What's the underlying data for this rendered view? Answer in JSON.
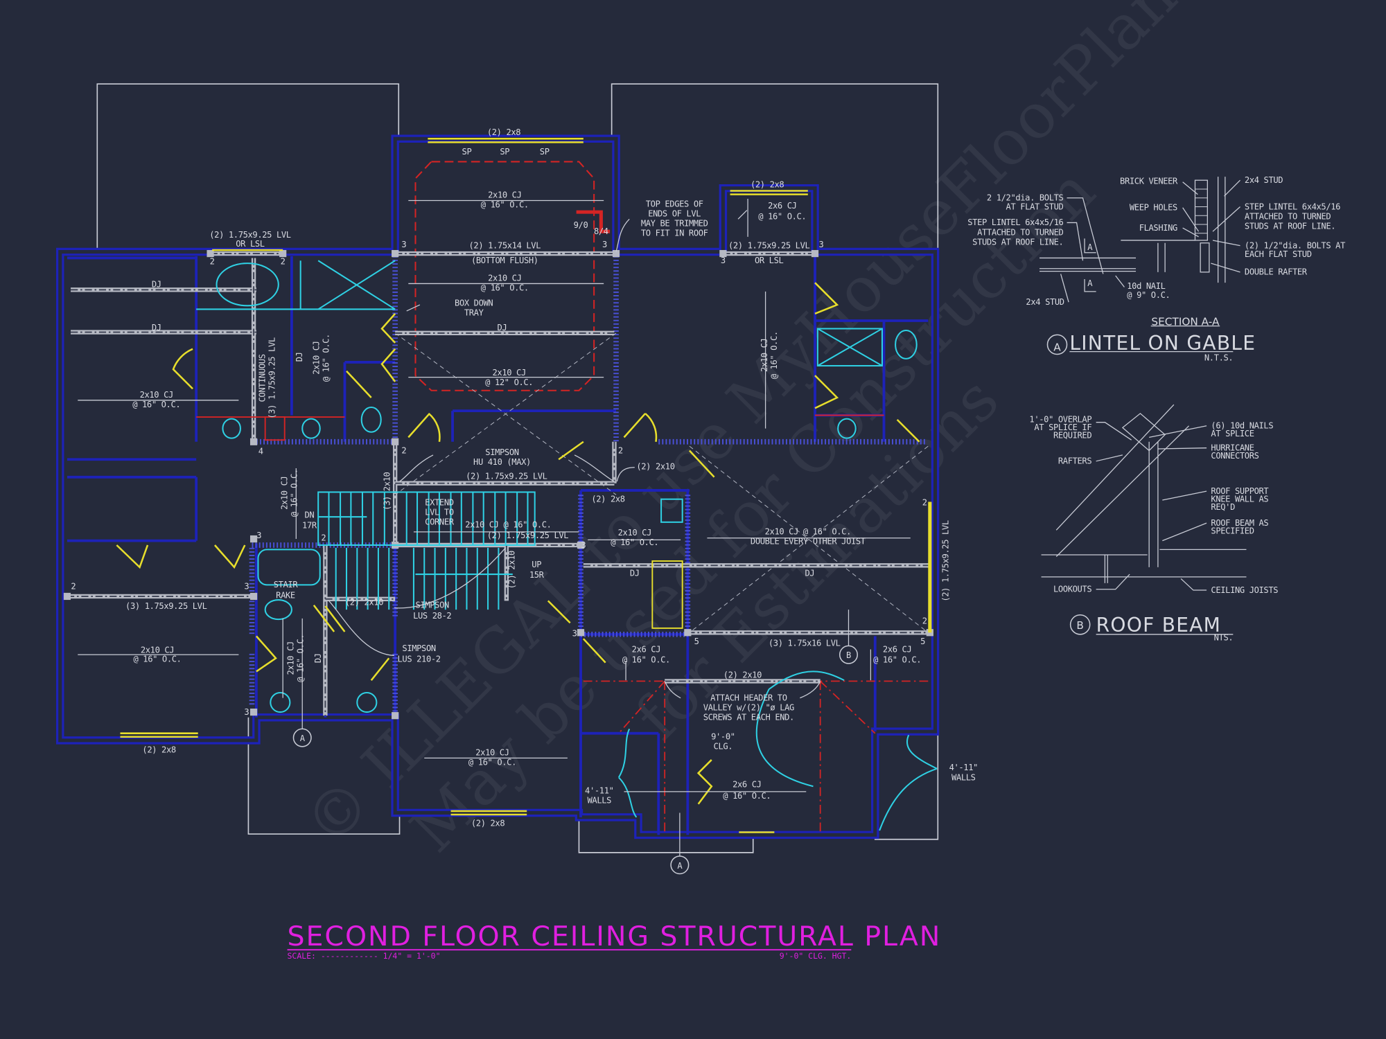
{
  "title": {
    "main": "SECOND FLOOR CEILING STRUCTURAL PLAN",
    "scale": "SCALE: ------------ 1/4\" = 1'-0\"",
    "ceiling_height": "9'-0\" CLG. HGT."
  },
  "watermark": [
    "© ILLEGAL to use - MyHouseFloorPlans.com",
    "May be used for Construction",
    "for Estimations"
  ],
  "colors": {
    "background": "#252a3b",
    "walls": "#1d22b8",
    "beams": "#b7bac4",
    "headers": "#e7de2c",
    "fixtures": "#2fd0e3",
    "tray_and_valley": "#d42424",
    "title": "#e01fe0"
  },
  "plan": {
    "hdr_top": "(2) 2x8",
    "sp1": "SP",
    "sp2": "SP",
    "sp3": "SP",
    "cj_a1": "2x10 CJ",
    "cj_a2": "@ 16\" O.C.",
    "pitch1": "9/0",
    "pitch2": "8/4",
    "note1": "TOP EDGES OF",
    "note2": "ENDS OF LVL",
    "note3": "MAY BE TRIMMED",
    "note4": "TO FIT IN ROOF",
    "hdr_nook": "(2) 2x8",
    "cj_nook1": "2x6 CJ",
    "cj_nook2": "@ 16\" O.C.",
    "lvl_left1": "(2) 1.75x9.25 LVL",
    "lvl_left2": "OR LSL",
    "lvl_mid1": "(2) 1.75x14 LVL",
    "lvl_mid2": "(BOTTOM FLUSH)",
    "lvl_right1": "(2) 1.75x9.25 LVL",
    "lvl_right2": "OR LSL",
    "dj1": "DJ",
    "dj2": "DJ",
    "cj_b1": "2x10 CJ",
    "cj_b2": "@ 16\" O.C.",
    "tray1": "BOX DOWN",
    "tray2": "TRAY",
    "dj3": "DJ",
    "cj_c1": "2x10 CJ",
    "cj_c2": "@ 12\" O.C.",
    "cj_d1": "2x10 CJ",
    "cj_d2": "@ 16\" O.C.",
    "cont1": "CONTINUOUS",
    "cont2": "(3) 1.75x9.25 LVL",
    "dj4": "DJ",
    "cj_e1": "2x10 CJ",
    "cj_e2": "@ 16\" O.C.",
    "cj_f1": "2x10 CJ",
    "cj_f2": "@ 16\" O.C.",
    "simp1a": "SIMPSON",
    "simp1b": "HU 410 (MAX)",
    "lvl_stair": "(2) 1.75x9.25 LVL",
    "hdr_2x10a": "(2) 2x10",
    "hdr_3x10": "(3) 2x10",
    "cj_g1": "2x10 CJ",
    "cj_g2": "@ 16\" O.C.",
    "dn1": "DN",
    "dn2": "17R",
    "ext1": "EXTEND",
    "ext2": "LVL TO",
    "ext3": "CORNER",
    "cj_h": "2x10 CJ @ 16\" O.C.",
    "lvl_stair2": "(2) 1.75x9.25 LVL",
    "hdr_2x8b": "(2) 2x8",
    "cj_i1": "2x10 CJ",
    "cj_i2": "@ 16\" O.C.",
    "cj_j1": "2x10 CJ @ 16\" O.C.",
    "cj_j2": "DOUBLE EVERY OTHER JOIST",
    "up1": "UP",
    "up2": "15R",
    "hdr_2x10v": "(2) 2x10",
    "dj5": "DJ",
    "dj6": "DJ",
    "lvl_vert": "(2) 1.75x9.25 LVL",
    "rake1": "STAIR",
    "rake2": "RAKE",
    "lvl_3x": "(3) 1.75x9.25 LVL",
    "hdr_2x10b": "(2) 2x10",
    "simp2a": "SIMPSON",
    "simp2b": "LUS 28-2",
    "simp3a": "SIMPSON",
    "simp3b": "LUS 210-2",
    "cj_k1": "2x10 CJ",
    "cj_k2": "@ 16\" O.C.",
    "cj_l1": "2x10 CJ",
    "cj_l2": "@ 16\" O.C.",
    "dj7": "DJ",
    "cj_m1": "2x6 CJ",
    "cj_m2": "@ 16\" O.C.",
    "lvl_16": "(3) 1.75x16 LVL",
    "mark_b": "B",
    "cj_n1": "2x6 CJ",
    "cj_n2": "@ 16\" O.C.",
    "hdr_valley": "(2) 2x10",
    "att1": "ATTACH HEADER TO",
    "att2": "VALLEY w/(2) \"ø LAG",
    "att3": "SCREWS AT EACH END.",
    "clg1": "9'-0\"",
    "clg2": "CLG.",
    "mark_a1": "A",
    "hdr_left": "(2) 2x8",
    "cj_o1": "2x10 CJ",
    "cj_o2": "@ 16\" O.C.",
    "walls1a": "4'-11\"",
    "walls1b": "WALLS",
    "walls2a": "4'-11\"",
    "walls2b": "WALLS",
    "cj_p1": "2x6 CJ",
    "cj_p2": "@ 16\" O.C.",
    "hdr_bottom": "(2) 2x8",
    "mark_a2": "A",
    "n2a": "2",
    "n2b": "2",
    "n3a": "3",
    "n3b": "3",
    "n3c": "3",
    "n3d": "3",
    "n4": "4",
    "n2c": "2",
    "n2d": "2",
    "n3e": "3",
    "n2e": "2",
    "n3f": "3",
    "n5a": "5",
    "n5b": "5",
    "n2f": "2",
    "n2g": "2",
    "n3g": "3",
    "n3h": "3",
    "n2h": "2",
    "n3i": "3"
  },
  "detail_a": {
    "brick": "BRICK VENEER",
    "stud_top": "2x4 STUD",
    "bolts1": "2 1/2\"dia. BOLTS",
    "bolts2": "AT FLAT STUD",
    "weep": "WEEP HOLES",
    "lintel_r1": "STEP LINTEL 6x4x5/16",
    "lintel_r2": "ATTACHED TO TURNED",
    "lintel_r3": "STUDS AT ROOF LINE.",
    "lintel_l1": "STEP LINTEL 6x4x5/16",
    "lintel_l2": "ATTACHED TO TURNED",
    "lintel_l3": "STUDS AT ROOF LINE.",
    "flashing": "FLASHING",
    "bolts_r1": "(2) 1/2\"dia. BOLTS AT",
    "bolts_r2": "EACH FLAT STUD",
    "rafter": "DOUBLE RAFTER",
    "nail1": "10d NAIL",
    "nail2": "@ 9\" O.C.",
    "stud_bot": "2x4 STUD",
    "sec_a1": "A",
    "sec_a2": "A",
    "section": "SECTION A-A",
    "mark": "A",
    "title": "LINTEL ON GABLE",
    "nts": "N.T.S."
  },
  "detail_b": {
    "overlap1": "1'-0\" OVERLAP",
    "overlap2": "AT SPLICE IF",
    "overlap3": "REQUIRED",
    "nails1": "(6) 10d NAILS",
    "nails2": "AT SPLICE",
    "hur1": "HURRICANE",
    "hur2": "CONNECTORS",
    "rafters": "RAFTERS",
    "knee1": "ROOF SUPPORT",
    "knee2": "KNEE WALL AS",
    "knee3": "REQ'D",
    "beam1": "ROOF BEAM AS",
    "beam2": "SPECIFIED",
    "lookouts": "LOOKOUTS",
    "joists": "CEILING JOISTS",
    "mark": "B",
    "title": "ROOF BEAM",
    "nts": "NTS."
  }
}
